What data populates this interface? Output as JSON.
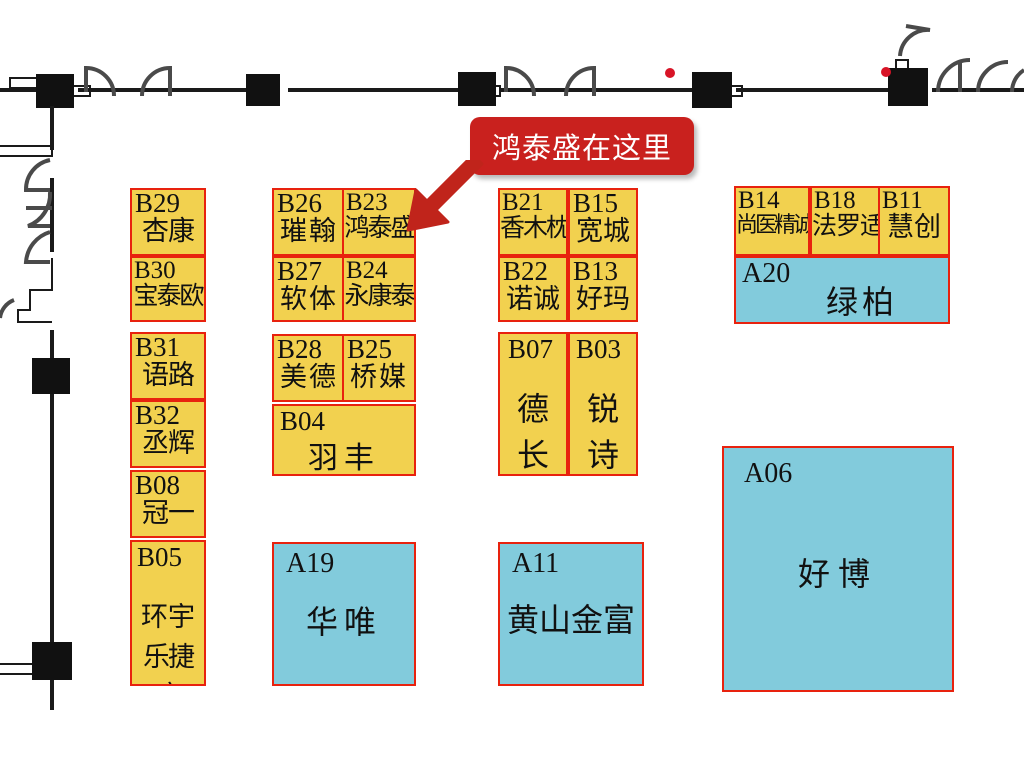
{
  "callout": {
    "text": "鸿泰盛在这里",
    "bg_color": "#C9211E",
    "text_color": "#FFFFFF",
    "arrow_color": "#C0241B",
    "points_to": "B23"
  },
  "legend_colors": {
    "booth_yellow": "#F2D14F",
    "booth_blue": "#82CBDC",
    "booth_border": "#E8220E",
    "wall": "#1A1A1A",
    "marker_red": "#D81427"
  },
  "columns": {
    "col1": {
      "booths": [
        {
          "code": "B29",
          "name": "杏康"
        },
        {
          "code": "B30",
          "name": "宝泰欧"
        },
        {
          "code": "B31",
          "name": "语路"
        },
        {
          "code": "B32",
          "name": "丞辉"
        },
        {
          "code": "B08",
          "name": "冠一"
        },
        {
          "code": "B05",
          "name": "环宇乐捷康"
        }
      ]
    },
    "col2": {
      "booths": [
        {
          "code": "B26",
          "name": "璀翰"
        },
        {
          "code": "B23",
          "name": "鸿泰盛"
        },
        {
          "code": "B27",
          "name": "软体"
        },
        {
          "code": "B24",
          "name": "永康泰"
        },
        {
          "code": "B28",
          "name": "美德"
        },
        {
          "code": "B25",
          "name": "桥媒"
        },
        {
          "code": "B04",
          "name": "羽丰"
        },
        {
          "code": "A19",
          "name": "华唯"
        }
      ]
    },
    "col3": {
      "booths": [
        {
          "code": "B21",
          "name": "香木枕"
        },
        {
          "code": "B15",
          "name": "宽城"
        },
        {
          "code": "B22",
          "name": "诺诚"
        },
        {
          "code": "B13",
          "name": "好玛"
        },
        {
          "code": "B07",
          "name": "德长"
        },
        {
          "code": "B03",
          "name": "锐诗"
        },
        {
          "code": "A11",
          "name": "黄山金富"
        }
      ]
    },
    "col4": {
      "booths": [
        {
          "code": "B14",
          "name": "尚医精诚"
        },
        {
          "code": "B18",
          "name": "法罗适"
        },
        {
          "code": "B11",
          "name": "慧创"
        },
        {
          "code": "A20",
          "name": "绿柏"
        },
        {
          "code": "A06",
          "name": "好博"
        }
      ]
    }
  },
  "booth_labels": {
    "B29": {
      "code": "B29",
      "name": "杏康"
    },
    "B30": {
      "code": "B30",
      "name": "宝泰欧"
    },
    "B31": {
      "code": "B31",
      "name": "语路"
    },
    "B32": {
      "code": "B32",
      "name": "丞辉"
    },
    "B08": {
      "code": "B08",
      "name": "冠一"
    },
    "B05": {
      "code": "B05",
      "name": "环宇",
      "name2": "乐捷康"
    },
    "B26": {
      "code": "B26",
      "name": "璀翰"
    },
    "B23": {
      "code": "B23",
      "name": "鸿泰盛"
    },
    "B27": {
      "code": "B27",
      "name": "软体"
    },
    "B24": {
      "code": "B24",
      "name": "永康泰"
    },
    "B28": {
      "code": "B28",
      "name": "美德"
    },
    "B25": {
      "code": "B25",
      "name": "桥媒"
    },
    "B04": {
      "code": "B04",
      "name": "羽丰"
    },
    "A19": {
      "code": "A19",
      "name": "华唯"
    },
    "B21": {
      "code": "B21",
      "name": "香木枕"
    },
    "B15": {
      "code": "B15",
      "name": "宽城"
    },
    "B22": {
      "code": "B22",
      "name": "诺诚"
    },
    "B13": {
      "code": "B13",
      "name": "好玛"
    },
    "B07": {
      "code": "B07",
      "name": "德",
      "name2": "长"
    },
    "B03": {
      "code": "B03",
      "name": "锐",
      "name2": "诗"
    },
    "A11": {
      "code": "A11",
      "name": "黄山金富"
    },
    "B14": {
      "code": "B14",
      "name": "尚医精诚"
    },
    "B18": {
      "code": "B18",
      "name": "法罗适"
    },
    "B11": {
      "code": "B11",
      "name": "慧创"
    },
    "A20": {
      "code": "A20",
      "name": "绿柏"
    },
    "A06": {
      "code": "A06",
      "name": "好博"
    }
  }
}
